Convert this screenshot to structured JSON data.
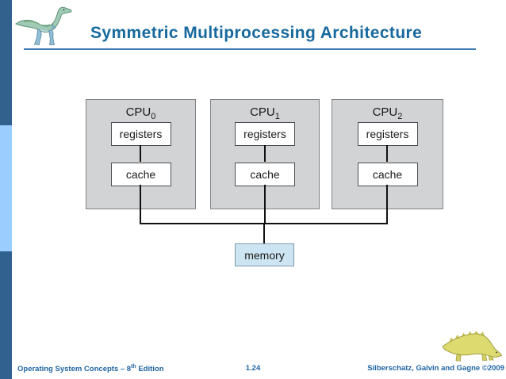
{
  "header": {
    "title": "Symmetric Multiprocessing Architecture"
  },
  "diagram": {
    "cpus": [
      {
        "name": "CPU",
        "sub": "0",
        "registers_label": "registers",
        "cache_label": "cache"
      },
      {
        "name": "CPU",
        "sub": "1",
        "registers_label": "registers",
        "cache_label": "cache"
      },
      {
        "name": "CPU",
        "sub": "2",
        "registers_label": "registers",
        "cache_label": "cache"
      }
    ],
    "memory_label": "memory"
  },
  "footer": {
    "book_prefix": "Operating System Concepts – 8",
    "book_sup": "th",
    "book_suffix": " Edition",
    "page_number": "1.24",
    "authors": "Silberschatz, Galvin and Gagne ©2009"
  },
  "colors": {
    "title_text": "#17699e",
    "title_underline": "#3e7ab0",
    "footer_text": "#1f64a4",
    "sidebar_dark_top": "#32618e",
    "sidebar_light": "#9bcdfe",
    "sidebar_dark_bottom": "#31628f",
    "cpu_box_fill": "#d1d3d4",
    "cpu_box_border": "#808285",
    "inner_box_fill": "#ffffff",
    "inner_box_border": "#4d4f53",
    "memory_fill": "#cde5f3",
    "memory_border": "#7d98a9",
    "connector_line": "#111111"
  },
  "icons": {
    "top_left_image": "dinosaur-logo",
    "bottom_right_image": "dinosaur-footer-image"
  }
}
